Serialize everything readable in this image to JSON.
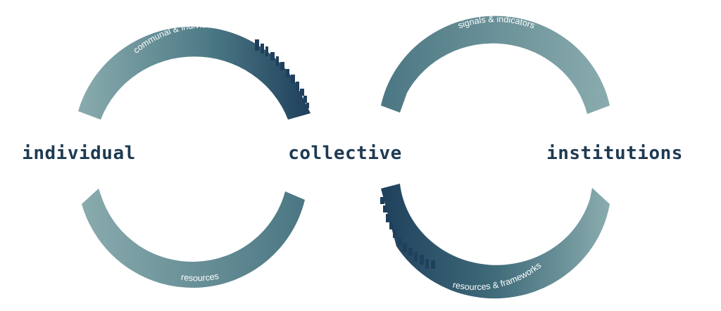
{
  "nodes": {
    "individual": "individual",
    "collective": "collective",
    "institutions": "institutions"
  },
  "arcs": {
    "communal_benefits": "communal & individual benefits",
    "signals": "signals & indicators",
    "resources": "resources",
    "resources_frameworks": "resources & frameworks"
  },
  "colors": {
    "light": "#86a9ac",
    "mid": "#4f7c88",
    "dark": "#1e3f5a",
    "text": "#1e3a52"
  }
}
